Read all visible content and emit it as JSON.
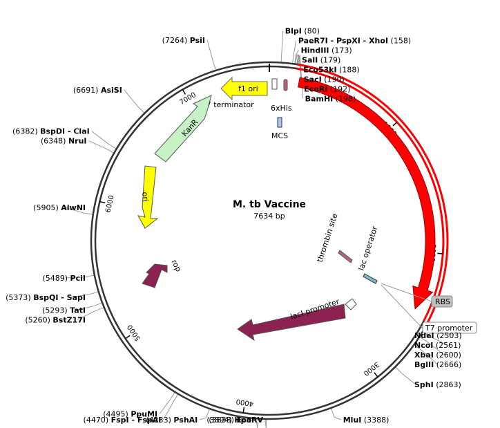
{
  "plasmid": {
    "name": "M. tb Vaccine",
    "size_label": "7634 bp",
    "length": 7634
  },
  "sites": [
    {
      "name": "BlpI",
      "pos": 80,
      "label": "(80)"
    },
    {
      "name": "PaeR7I - PspXI - XhoI",
      "pos": 158,
      "label": "(158)"
    },
    {
      "name": "HindIII",
      "pos": 173,
      "label": "(173)"
    },
    {
      "name": "SalI",
      "pos": 179,
      "label": "(179)"
    },
    {
      "name": "Eco53kI",
      "pos": 188,
      "label": "(188)"
    },
    {
      "name": "SacI",
      "pos": 190,
      "label": "(190)"
    },
    {
      "name": "EcoRI",
      "pos": 192,
      "label": "(192)"
    },
    {
      "name": "BamHI",
      "pos": 198,
      "label": "(198)"
    },
    {
      "name": "NdeI",
      "pos": 2503,
      "label": "(2503)"
    },
    {
      "name": "NcoI",
      "pos": 2561,
      "label": "(2561)"
    },
    {
      "name": "XbaI",
      "pos": 2600,
      "label": "(2600)"
    },
    {
      "name": "BglII",
      "pos": 2666,
      "label": "(2666)"
    },
    {
      "name": "SphI",
      "pos": 2863,
      "label": "(2863)"
    },
    {
      "name": "MluI",
      "pos": 3388,
      "label": "(3388)"
    },
    {
      "name": "EcoRV",
      "pos": 3838,
      "label": "(3838)"
    },
    {
      "name": "HpaI",
      "pos": 3894,
      "label": "(3894)"
    },
    {
      "name": "PshAI",
      "pos": 4233,
      "label": "(4233)"
    },
    {
      "name": "FspI - FspAI",
      "pos": 4470,
      "label": "(4470)"
    },
    {
      "name": "PpuMI",
      "pos": 4495,
      "label": "(4495)"
    },
    {
      "name": "BstZ17I",
      "pos": 5260,
      "label": "(5260)"
    },
    {
      "name": "TatI",
      "pos": 5293,
      "label": "(5293)"
    },
    {
      "name": "BspQI - SapI",
      "pos": 5373,
      "label": "(5373)"
    },
    {
      "name": "PciI",
      "pos": 5489,
      "label": "(5489)"
    },
    {
      "name": "AlwNI",
      "pos": 5905,
      "label": "(5905)"
    },
    {
      "name": "NruI",
      "pos": 6348,
      "label": "(6348)"
    },
    {
      "name": "BspDI - ClaI",
      "pos": 6382,
      "label": "(6382)"
    },
    {
      "name": "AsiSI",
      "pos": 6691,
      "label": "(6691)"
    },
    {
      "name": "PsiI",
      "pos": 7264,
      "label": "(7264)"
    }
  ],
  "features": {
    "insert": {
      "label": "Vaccine Construct 2298 bp (192-2490 bp)",
      "color": "#ff0000",
      "start": 192,
      "end": 2490
    },
    "kanr": {
      "label": "KanR",
      "color": "#c6f2c6"
    },
    "f1_ori": {
      "label": "f1 ori",
      "color": "#ffff00"
    },
    "ori": {
      "label": "ori",
      "color": "#ffff00"
    },
    "laci": {
      "label": "lacI",
      "color": "#8b2252"
    },
    "rop": {
      "label": "rop",
      "color": "#8b2252"
    },
    "t7_terminator": "T7 terminator",
    "his_tag": "6xHis",
    "mcs": "MCS",
    "thrombin": "thrombin site",
    "lac_operator": "lac operator",
    "laci_promoter": "lacI promoter",
    "rbs": "RBS",
    "t7_promoter": "T7 promoter"
  },
  "ticks": [
    "1000",
    "2000",
    "3000",
    "4000",
    "5000",
    "6000",
    "7000"
  ]
}
